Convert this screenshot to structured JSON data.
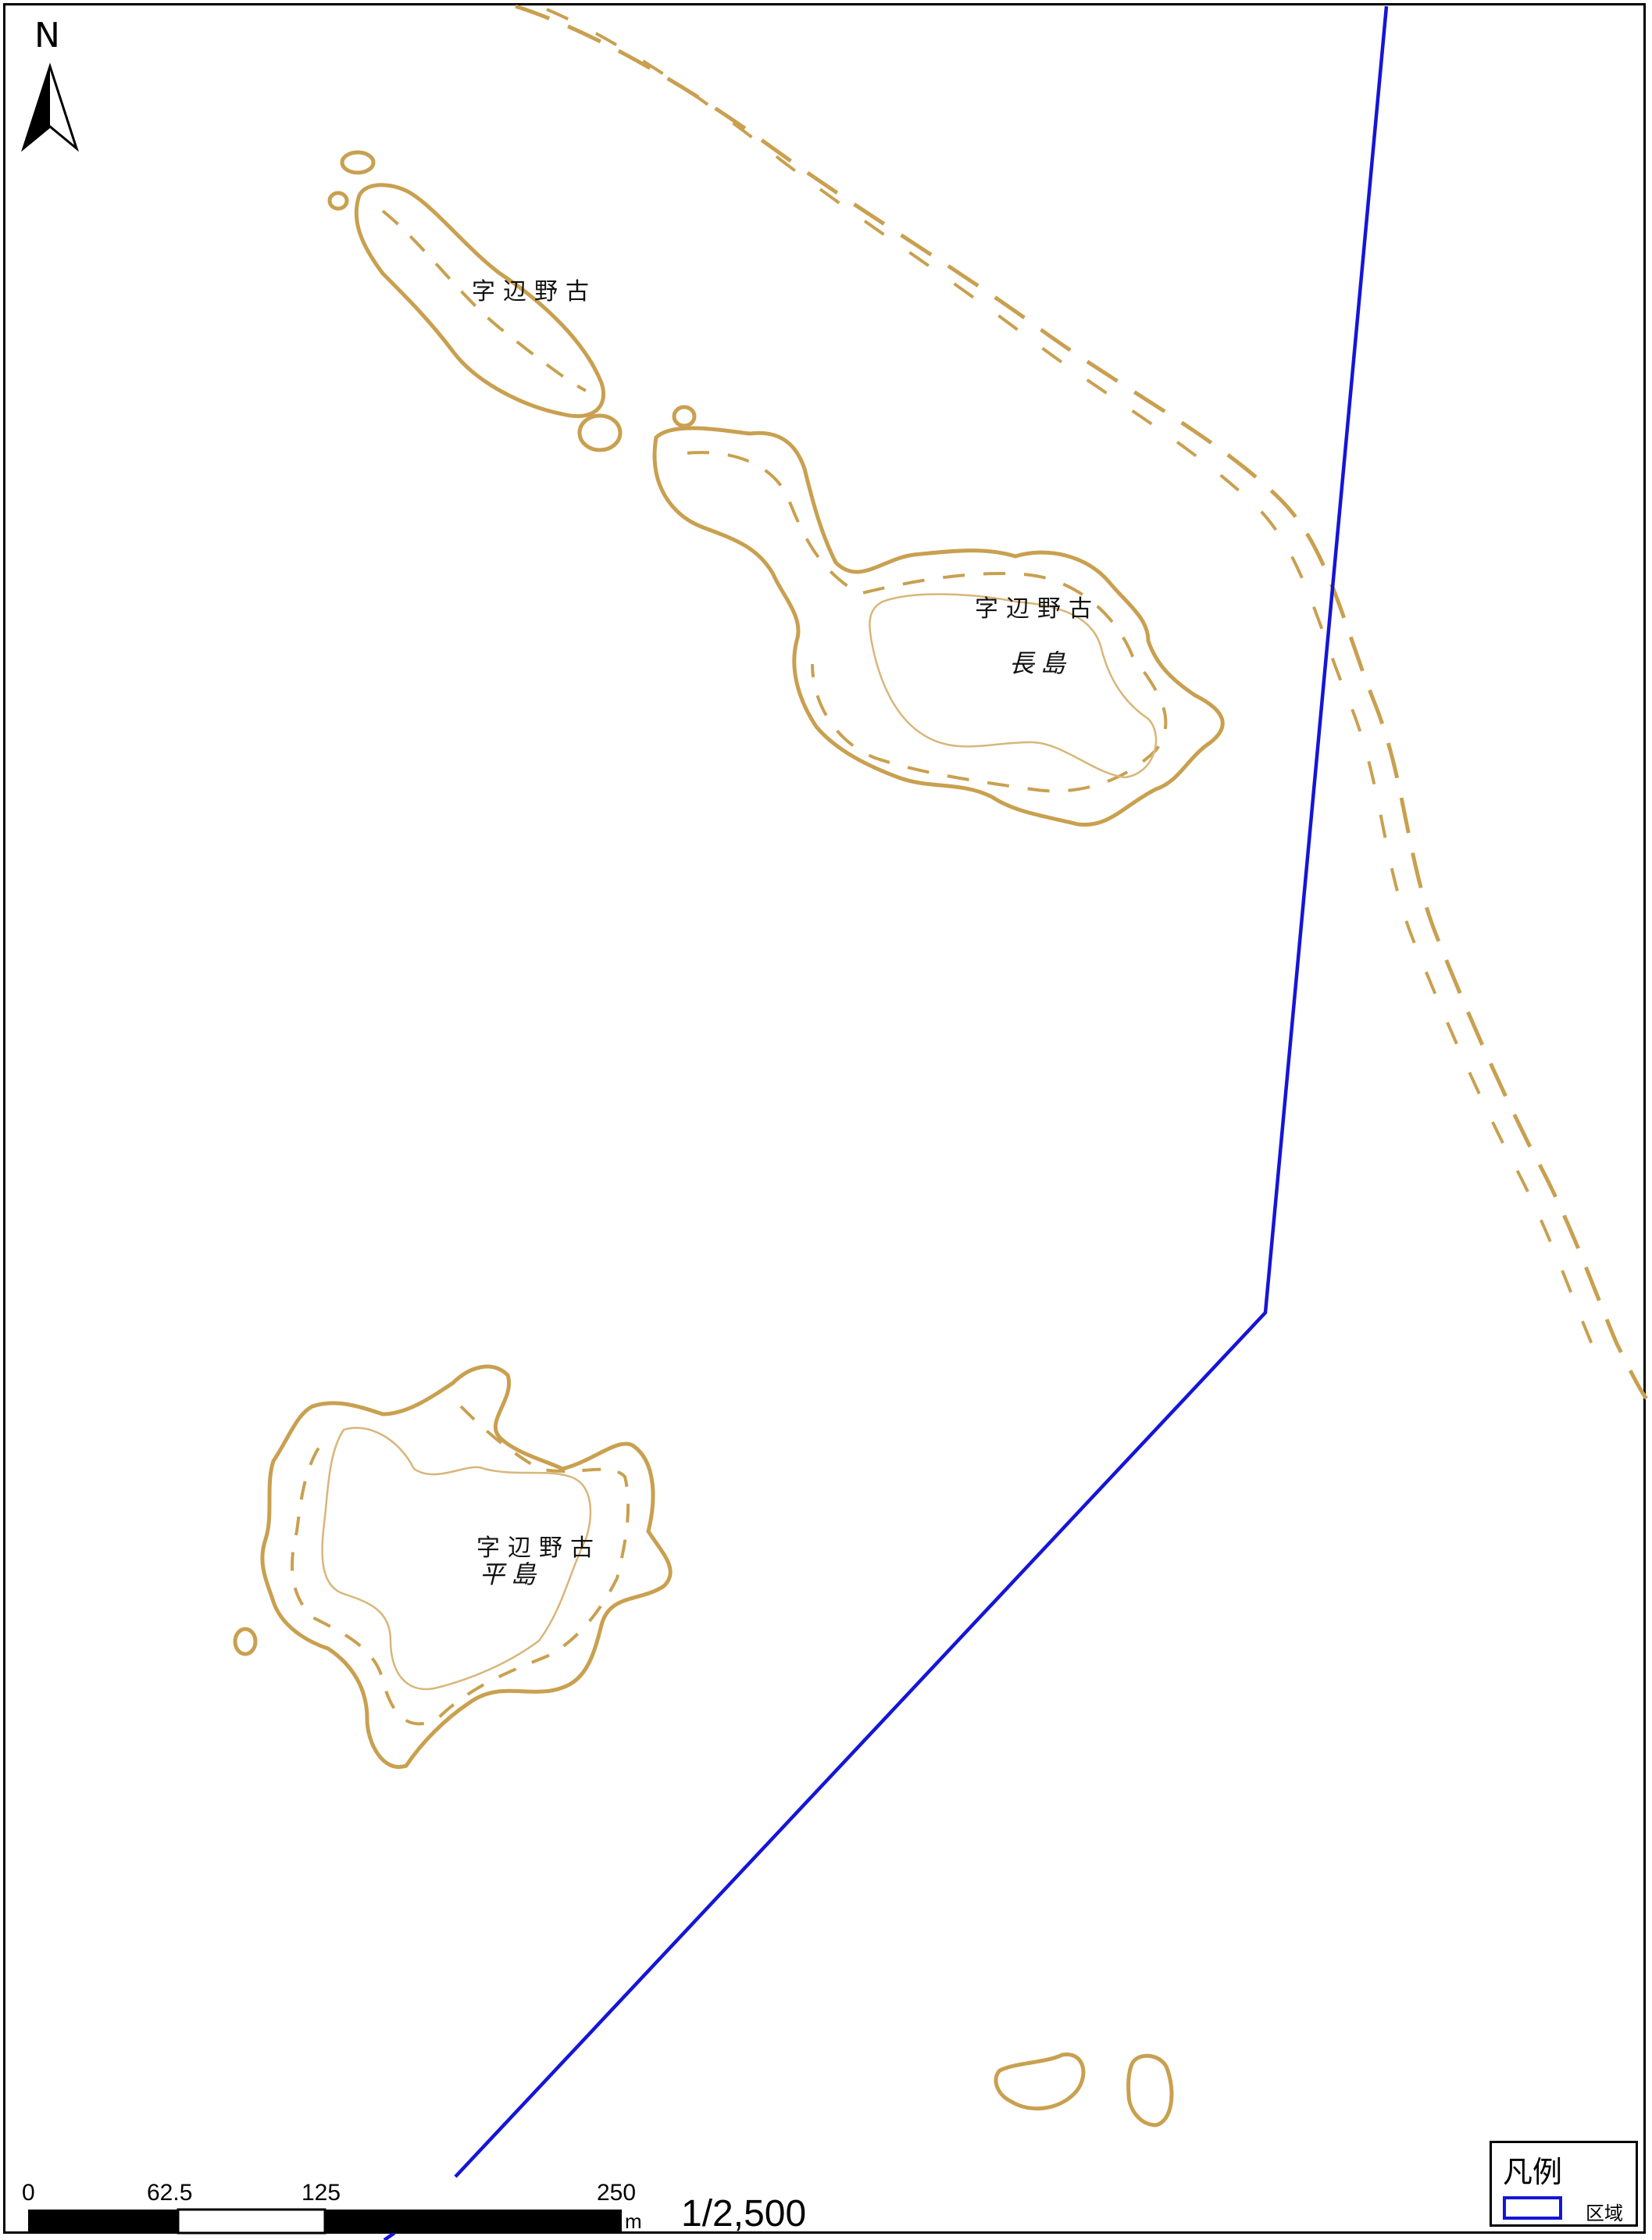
{
  "map": {
    "north_label": "N",
    "labels": {
      "north_islet": "字辺野古",
      "nagashima_area": "字辺野古",
      "nagashima_name": "長島",
      "hirashima_area": "字辺野古",
      "hirashima_name": "平島"
    }
  },
  "scale_bar": {
    "ticks": [
      "0",
      "62.5",
      "125",
      "250"
    ],
    "unit": "m",
    "ratio": "1/2,500"
  },
  "legend": {
    "title": "凡例",
    "items": [
      {
        "label": "区域",
        "color": "#1515d8",
        "symbol": "outlined-rectangle"
      }
    ]
  },
  "colors": {
    "coastline": "#c9a050",
    "boundary": "#1515d8",
    "frame": "#000000"
  }
}
